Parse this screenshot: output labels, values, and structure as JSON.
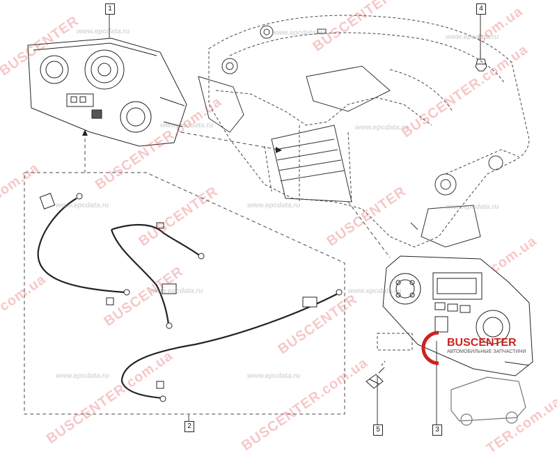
{
  "diagram": {
    "callouts": {
      "c1": "1",
      "c2": "2",
      "c3": "3",
      "c4": "4",
      "c5": "5"
    },
    "watermarks": {
      "brand": "BUSCENTER",
      "brand_com": "BUSCENTER.com.ua",
      "site": "www.epcdata.ru",
      "com_ua": "com.ua",
      "tail": "TER.com.ua"
    },
    "logo": {
      "name": "BUSCENTER",
      "subtitle": "АВТОМОБИЛЬНЫЕ ЗАПЧАСТИНИ"
    }
  }
}
